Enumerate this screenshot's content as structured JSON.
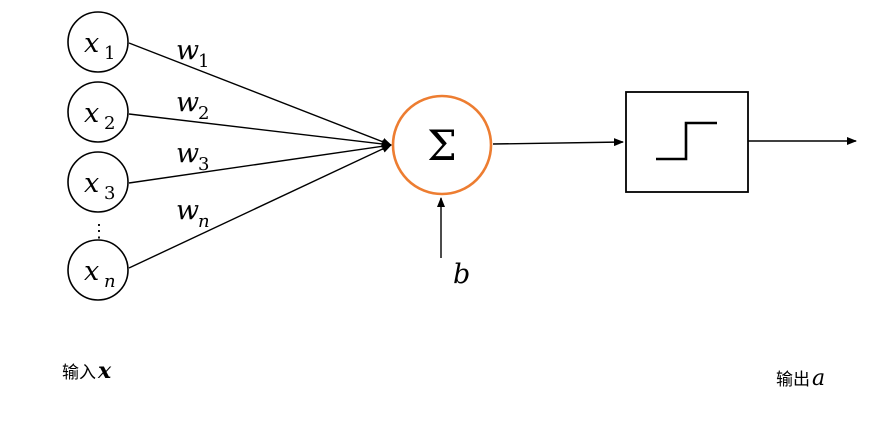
{
  "inputs": [
    {
      "symbol": "x",
      "index": "1"
    },
    {
      "symbol": "x",
      "index": "2"
    },
    {
      "symbol": "x",
      "index": "3"
    },
    {
      "symbol": "x",
      "index": "n"
    }
  ],
  "weights": [
    {
      "symbol": "w",
      "index": "1"
    },
    {
      "symbol": "w",
      "index": "2"
    },
    {
      "symbol": "w",
      "index": "3"
    },
    {
      "symbol": "w",
      "index": "n"
    }
  ],
  "ellipsis": "⋮",
  "sum_symbol": "Σ",
  "bias_label": "b",
  "input_caption": {
    "text": "输入",
    "symbol": "x"
  },
  "output_caption": {
    "text": "输出",
    "symbol": "a"
  },
  "colors": {
    "sum_node_stroke": "#ED7D31",
    "line": "#000000"
  }
}
